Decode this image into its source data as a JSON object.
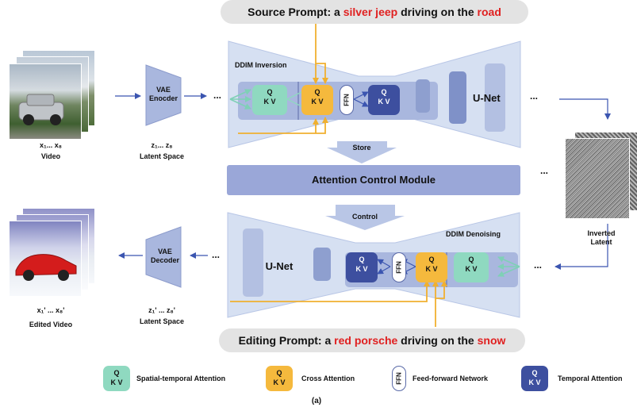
{
  "source_prompt": {
    "prefix": "Source Prompt: a ",
    "highlight1": "silver jeep",
    "middle": " driving on the ",
    "highlight2": "road"
  },
  "editing_prompt": {
    "prefix": "Editing Prompt: a ",
    "highlight1": "red porsche",
    "middle": " driving on the ",
    "highlight2": "snow"
  },
  "top_branch": {
    "title": "DDIM Inversion",
    "unet": "U-Net"
  },
  "bottom_branch": {
    "title": "DDIM Denoising",
    "unet": "U-Net"
  },
  "vae_encoder": {
    "line1": "VAE",
    "line2": "Enocder"
  },
  "vae_decoder": {
    "line1": "VAE",
    "line2": "Decoder"
  },
  "attention_control": "Attention Control Module",
  "store_label": "Store",
  "control_label": "Control",
  "video": {
    "frames": "x₁... x₈",
    "caption": "Video"
  },
  "latent": {
    "frames": "z₁... z₈",
    "caption": "Latent Space"
  },
  "edited_video": {
    "frames": "x₁' ... x₈'",
    "caption": "Edited Video"
  },
  "edited_latent": {
    "frames": "z₁' ... z₈'",
    "caption": "Latent Space"
  },
  "inverted_latent": {
    "line1": "Inverted",
    "line2": "Latent"
  },
  "ellipsis": "...",
  "block": {
    "q": "Q",
    "kv": "K V",
    "ffn": "FFN"
  },
  "legend": {
    "spatial_temporal": "Spatial-temporal Attention",
    "cross": "Cross Attention",
    "ffn": "Feed-forward Network",
    "temporal": "Temporal Attention"
  },
  "caption": "(a)",
  "colors": {
    "spatial": "#8fd9c0",
    "cross": "#f5b93d",
    "temporal": "#3d4f9f",
    "unet_bg": "#cfd9ee",
    "module": "#9aa7d8",
    "arrow": "#3b55b0",
    "highlight": "#e02020"
  }
}
